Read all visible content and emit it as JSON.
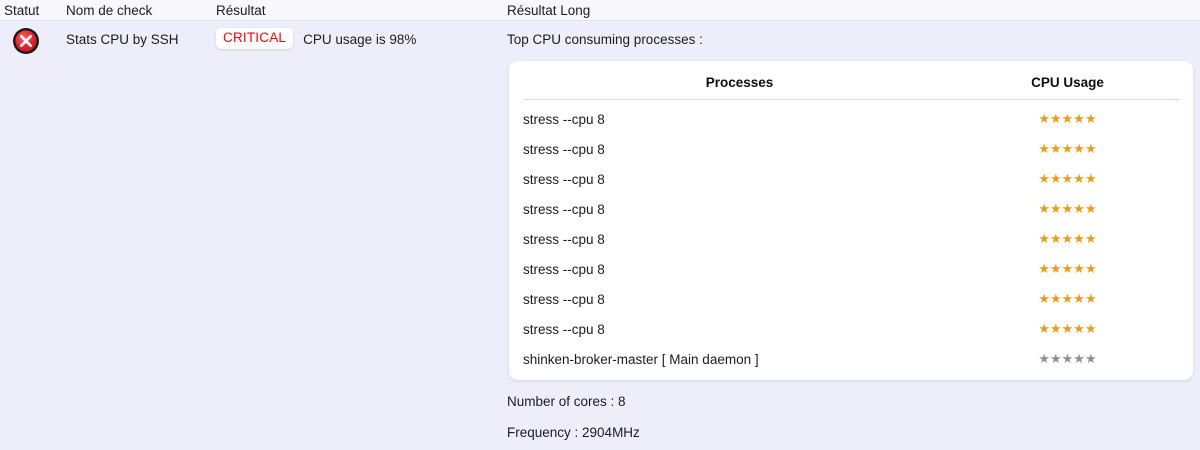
{
  "table_headers": {
    "statut": "Statut",
    "nom_de_check": "Nom de check",
    "resultat": "Résultat",
    "resultat_long": "Résultat Long"
  },
  "row": {
    "status_icon": "critical-x-icon",
    "status_color": "#e01b24",
    "check_name": "Stats CPU by SSH",
    "state_label": "CRITICAL",
    "state_color": "#ff0000",
    "result_text": "CPU usage is 98%"
  },
  "long_output": {
    "intro": "Top CPU consuming processes :",
    "process_table": {
      "headers": {
        "process": "Processes",
        "cpu_usage": "CPU Usage"
      },
      "rows": [
        {
          "process": "stress --cpu 8",
          "stars": "★★★★★",
          "rating": 5,
          "lit": true
        },
        {
          "process": "stress --cpu 8",
          "stars": "★★★★★",
          "rating": 5,
          "lit": true
        },
        {
          "process": "stress --cpu 8",
          "stars": "★★★★★",
          "rating": 5,
          "lit": true
        },
        {
          "process": "stress --cpu 8",
          "stars": "★★★★★",
          "rating": 5,
          "lit": true
        },
        {
          "process": "stress --cpu 8",
          "stars": "★★★★★",
          "rating": 5,
          "lit": true
        },
        {
          "process": "stress --cpu 8",
          "stars": "★★★★★",
          "rating": 5,
          "lit": true
        },
        {
          "process": "stress --cpu 8",
          "stars": "★★★★★",
          "rating": 5,
          "lit": true
        },
        {
          "process": "stress --cpu 8",
          "stars": "★★★★★",
          "rating": 5,
          "lit": true
        },
        {
          "process": "shinken-broker-master [ Main daemon ]",
          "stars": "★★★★★",
          "rating": 0,
          "lit": false
        }
      ]
    },
    "cores_line": "Number of cores : 8",
    "frequency_line": "Frequency : 2904MHz"
  },
  "colors": {
    "page_background": "#eeeefa",
    "header_background": "#f7f7fc",
    "card_background": "#ffffff",
    "star_lit": "#ee9b15",
    "star_dim": "#8d8d96"
  }
}
